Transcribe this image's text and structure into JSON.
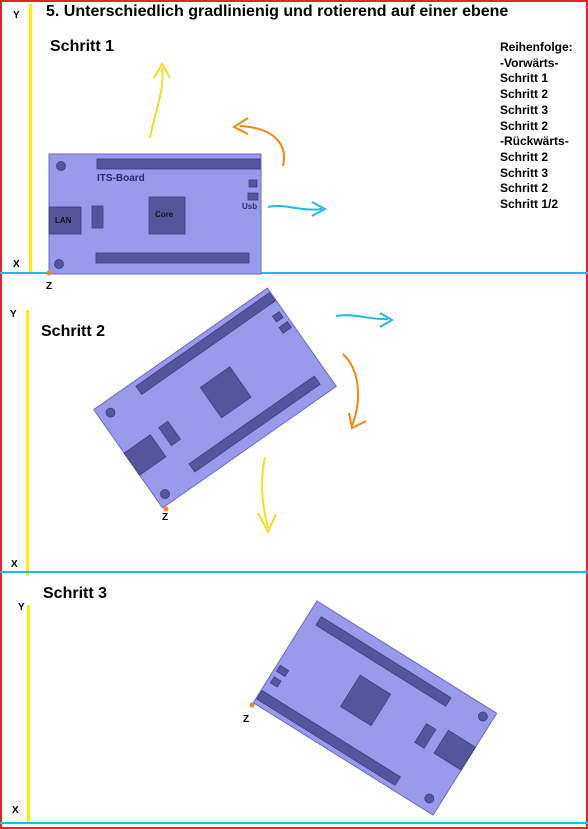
{
  "title": "5. Unterschiedlich gradlinienig und rotierend auf einer ebene",
  "steps": [
    {
      "label": "Schritt 1"
    },
    {
      "label": "Schritt 2"
    },
    {
      "label": "Schritt 3"
    }
  ],
  "axes": {
    "y": "Y",
    "x": "X",
    "z": "Z"
  },
  "board": {
    "name": "ITS-Board",
    "core": "Core",
    "lan": "LAN",
    "usb": "Usb"
  },
  "order": {
    "heading": "Reihenfolge:",
    "items": [
      "-Vorwärts-",
      "Schritt 1",
      "Schritt 2",
      "Schritt 3",
      "Schritt 2",
      "-Rückwärts-",
      "Schritt 2",
      "Schritt 3",
      "Schritt 2",
      "Schritt 1/2"
    ]
  },
  "colors": {
    "border": "#e8242a",
    "y_axis": "#ffee00",
    "x_axis": "#22b8e8",
    "board_fill": "#9a9aea",
    "board_part": "#55559d",
    "arrow_yellow": "#f0e020",
    "arrow_orange": "#f08a10",
    "arrow_cyan": "#22b8e8",
    "origin": "#f08a10"
  }
}
